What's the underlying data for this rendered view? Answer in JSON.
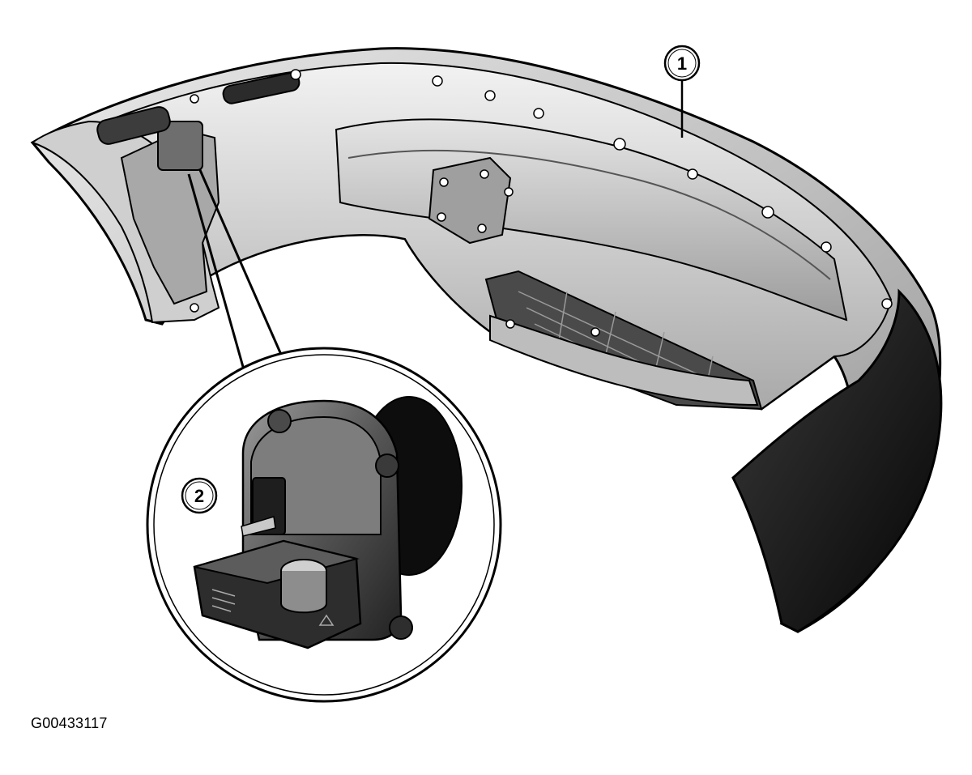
{
  "callouts": [
    {
      "label": "1",
      "part": "bumper-cover"
    },
    {
      "label": "2",
      "part": "parking-aid-sensor"
    }
  ],
  "figure_id": "G00433117",
  "colors": {
    "outline": "#000000",
    "dark_shade": "#1a1a1a",
    "mid_shade": "#8a8a8a",
    "light_shade": "#d8d8d8",
    "background": "#ffffff"
  }
}
